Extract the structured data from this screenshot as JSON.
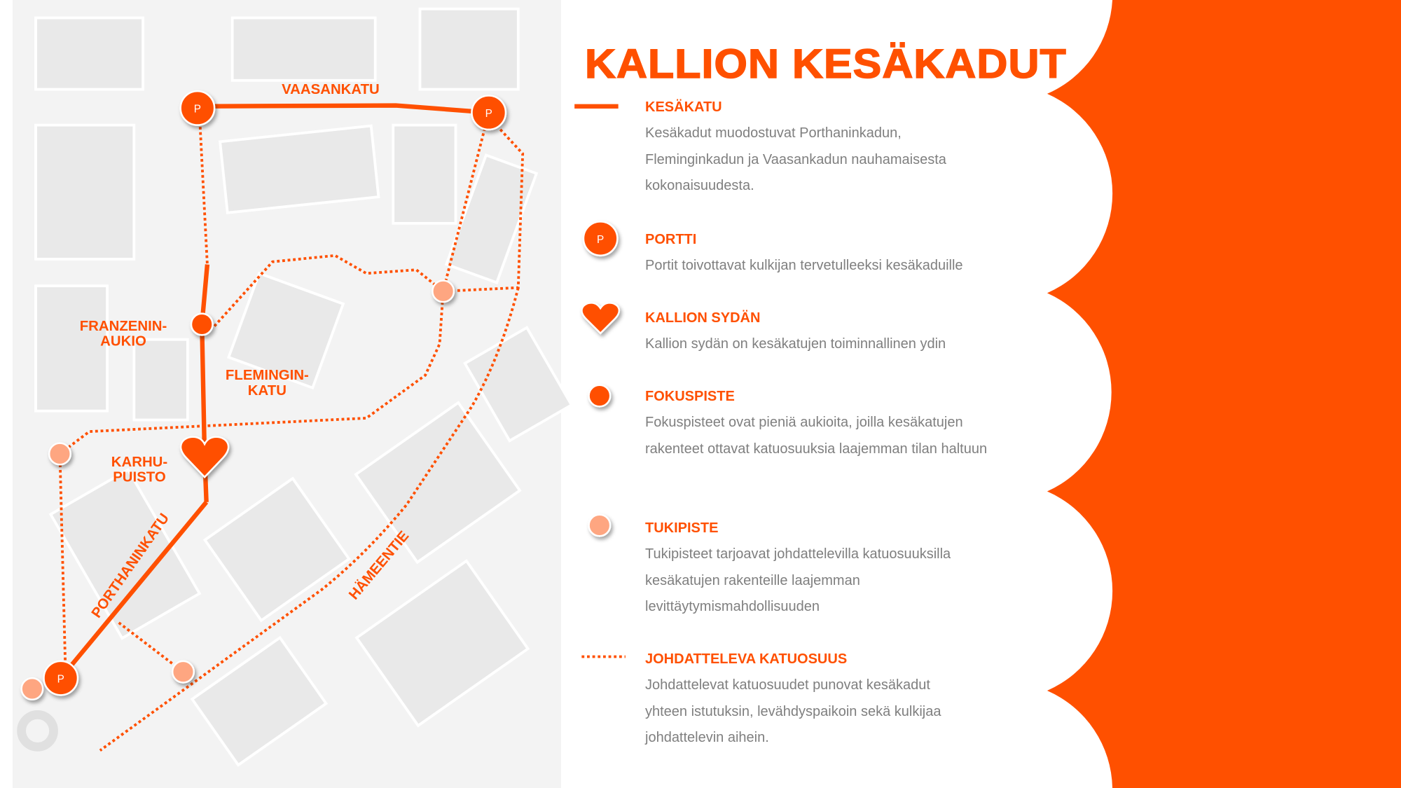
{
  "title": "KALLION KESÄKADUT",
  "legend": [
    {
      "heading": "KESÄKATU",
      "text": "Kesäkadut muodostuvat Porthaninkadun, Fleminginkadun ja Vaasankadun nauhamaisesta kokonaisuudesta.",
      "icon": "solid-line-icon"
    },
    {
      "heading": "PORTTI",
      "text": "Portit toivottavat kulkijan tervetulleeksi kesäkaduille",
      "icon": "gate-p-icon",
      "icon_label": "P"
    },
    {
      "heading": "KALLION SYDÄN",
      "text": "Kallion sydän on kesäkatujen toiminnallinen ydin",
      "icon": "heart-icon"
    },
    {
      "heading": "FOKUSPISTE",
      "text": "Fokuspisteet ovat pieniä aukioita, joilla kesäkatujen rakenteet ottavat katuosuuksia laajemman tilan haltuun",
      "icon": "focus-point-icon"
    },
    {
      "heading": "TUKIPISTE",
      "text": "Tukipisteet tarjoavat johdattelevilla katuosuuksilla kesäkatujen rakenteille laajemman levittäytymismahdollisuuden",
      "icon": "support-point-icon"
    },
    {
      "heading": "JOHDATTELEVA KATUOSUUS",
      "text": "Johdattelevat katuosuudet punovat kesäkadut yhteen istutuksin, levähdyspaikoin sekä kulkijaa johdattelevin aihein.",
      "icon": "dotted-line-icon"
    }
  ],
  "map": {
    "labels": {
      "vaasankatu": "VAASANKATU",
      "franzenin1": "FRANZENIN-",
      "franzenin2": "AUKIO",
      "fleming1": "FLEMINGIN-",
      "fleming2": "KATU",
      "karhu1": "KARHU-",
      "karhu2": "PUISTO",
      "porthaninkatu": "PORTHANINKATU",
      "hameentie": "HÄMEENTIE"
    },
    "gate_label": "P"
  },
  "colors": {
    "accent": "#ff5000",
    "support": "#fea681",
    "text": "#7f7f7f",
    "map_bg": "#f4f4f4"
  }
}
